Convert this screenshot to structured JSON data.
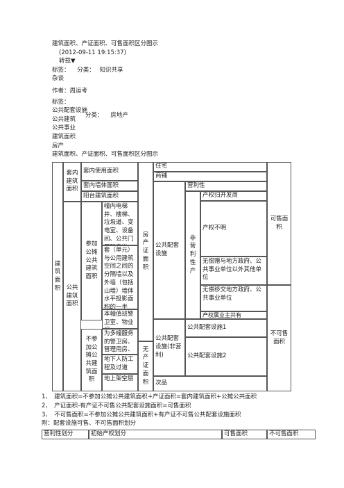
{
  "header": {
    "title": "建筑面积、产证面积、可售面积区分图示",
    "datetime": "(2012-09-11 19:15:37)",
    "repost": "转载▼",
    "tags_label": "标签：",
    "category_label_1": "分类：",
    "category_value_1": "知识共享",
    "tag_1": "杂谈",
    "author": "作者：周运考",
    "tags_label_2": "标签：",
    "tag_lines": [
      "公共配套设施",
      "公共建筑",
      "公共事业",
      "建筑面积",
      "房产"
    ],
    "category_label_2": "分类：",
    "category_value_2": "房地产",
    "subtitle": "建筑面积、产证面积、可售面积区分图示"
  },
  "diagram": {
    "building_area": "建筑面积",
    "suite_building_area": "套内建筑面积",
    "suite_use_area": "套内使用面积",
    "suite_wall_area": "套内墙体面积",
    "balcony_area": "阳台建筑面积",
    "public_building_area": "公共建筑面积",
    "shared_area": "参加公摊公共建筑面积",
    "shared_item_1": "幢内电梯井、楼梯、垃圾道、变电室、设备间、公共门厅和走道、地下设备等",
    "shared_item_2": "套（单元）与公用建筑空间之间的分隔墙以及外墙（包括山墙）墙体水平投影面积的一半",
    "non_shared_area": "不参加公摊公共建筑面积",
    "non_shared_item_1": "本幢值班警卫室、物业房",
    "non_shared_item_2": "为多幢服务的警卫房、管理用房、发电配电设备房。",
    "non_shared_item_3": "地下人防工程及过道",
    "non_shared_item_4": "地上架空层",
    "title_cert_area": "房产证面积",
    "no_title_cert_area": "无产证面积",
    "residence": "住宅",
    "shop": "商铺",
    "public_facilities": "公共配套设施",
    "for_profit": "营利性",
    "non_profit": "非营利性产",
    "ownership_developer": "产权归开发商",
    "ownership_unclear": "产权不明",
    "gift_to_gov_1": "无偿赠与地方政府、公共事业单位以外其他单位",
    "gift_to_gov_2": "无偿移交地方政府、公共事业单位",
    "owned_by_all": "产权属业主共有",
    "public_facilities_non_profit": "公共配套设施(非营利)",
    "facility_1": "公共配套设施1",
    "facility_2": "公共配套设施2",
    "sub_product": "次品",
    "saleable_area": "可售面积",
    "non_saleable_area": "不可售面积"
  },
  "notes": [
    "1、　建筑面积=不参加公摊公共建筑面积+产证面积=套内建筑面积+公摊公共面积",
    "2、　产证面积-有产证不可售公共配套设施面积=可售面积",
    "3、　不可售面积=不参加公摊公共建筑面积+有产证不可售公共配套设施面积",
    "附：配套设施可售、不可售面积划分"
  ],
  "bottom_table": {
    "headers": [
      "营利性划分",
      "初始产权划分",
      "可售面积",
      "不可售面积"
    ]
  }
}
